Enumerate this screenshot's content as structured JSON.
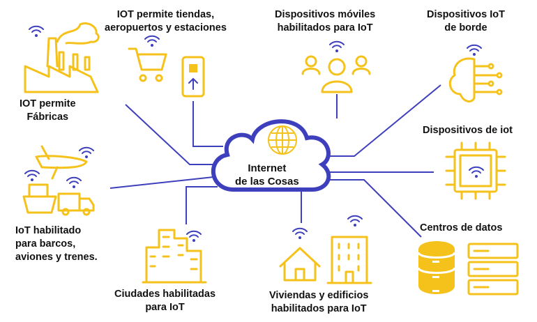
{
  "center": {
    "line1": "Internet",
    "line2": "de las Cosas",
    "icon": "globe-icon"
  },
  "nodes": [
    {
      "id": "fabricas",
      "lines": [
        "IOT permite",
        "Fábricas"
      ],
      "icon": "factory-icon"
    },
    {
      "id": "tiendas",
      "lines": [
        "IOT permite tiendas,",
        "aeropuertos y estaciones"
      ],
      "icon": "shopping-cart-icon"
    },
    {
      "id": "moviles",
      "lines": [
        "Dispositivos móviles",
        "habilitados para IoT"
      ],
      "icon": "users-icon"
    },
    {
      "id": "borde",
      "lines": [
        "Dispositivos IoT",
        "de borde"
      ],
      "icon": "brain-circuit-icon"
    },
    {
      "id": "iot",
      "lines": [
        "Dispositivos de iot"
      ],
      "icon": "chip-icon"
    },
    {
      "id": "datos",
      "lines": [
        "Centros de datos"
      ],
      "icon": "database-icon"
    },
    {
      "id": "viviendas",
      "lines": [
        "Viviendas y edificios",
        "habilitados para IoT"
      ],
      "icon": "house-icon"
    },
    {
      "id": "ciudades",
      "lines": [
        "Ciudades habilitadas",
        "para IoT"
      ],
      "icon": "city-icon"
    },
    {
      "id": "transporte",
      "lines": [
        "IoT habilitado",
        "para barcos,",
        "aviones y trenes."
      ],
      "icon": "plane-ship-truck-icon"
    }
  ],
  "colors": {
    "line": "#3d3fbd",
    "icon": "#f5c21b",
    "text": "#111111"
  }
}
